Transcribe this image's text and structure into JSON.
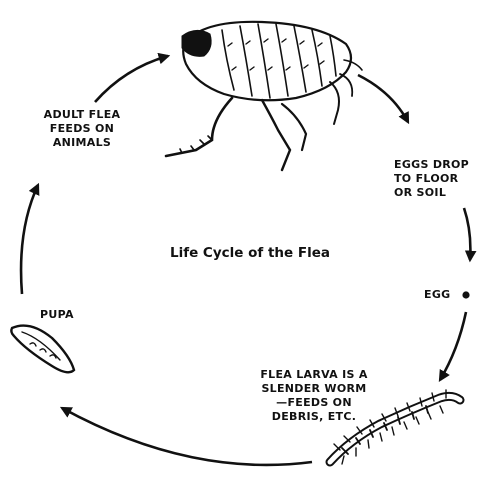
{
  "title": "Life Cycle of the Flea",
  "stages": {
    "adult": {
      "lines": [
        "ADULT FLEA",
        "FEEDS ON",
        "ANIMALS"
      ]
    },
    "eggs_drop": {
      "lines": [
        "EGGS DROP",
        "TO FLOOR",
        "OR SOIL"
      ]
    },
    "egg": {
      "lines": [
        "EGG"
      ]
    },
    "larva": {
      "lines": [
        "FLEA LARVA IS A",
        "SLENDER WORM",
        "—FEEDS ON",
        "DEBRIS, ETC."
      ]
    },
    "pupa": {
      "lines": [
        "PUPA"
      ]
    }
  },
  "colors": {
    "ink": "#111111",
    "background": "#ffffff"
  }
}
